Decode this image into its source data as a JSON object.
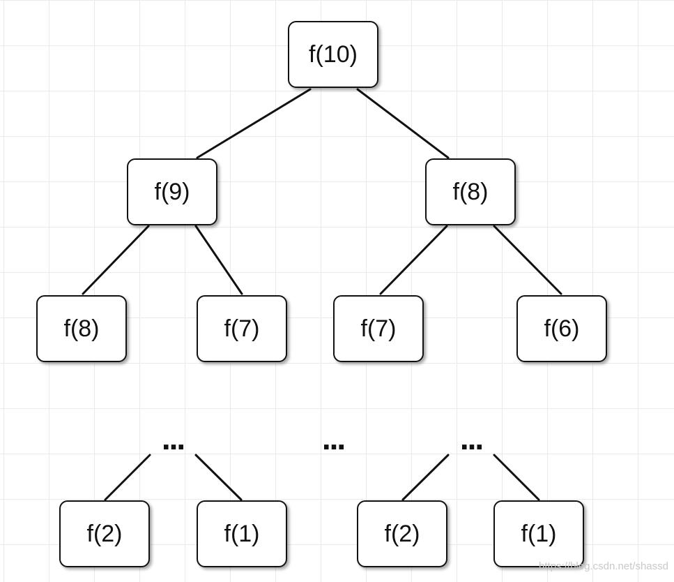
{
  "nodes": {
    "root": "f(10)",
    "l1_left": "f(9)",
    "l1_right": "f(8)",
    "l2_a": "f(8)",
    "l2_b": "f(7)",
    "l2_c": "f(7)",
    "l2_d": "f(6)",
    "leaf_a": "f(2)",
    "leaf_b": "f(1)",
    "leaf_c": "f(2)",
    "leaf_d": "f(1)"
  },
  "ellipses": {
    "left": "...",
    "middle": "...",
    "right": "..."
  },
  "watermark": "https://blog.csdn.net/shassd"
}
